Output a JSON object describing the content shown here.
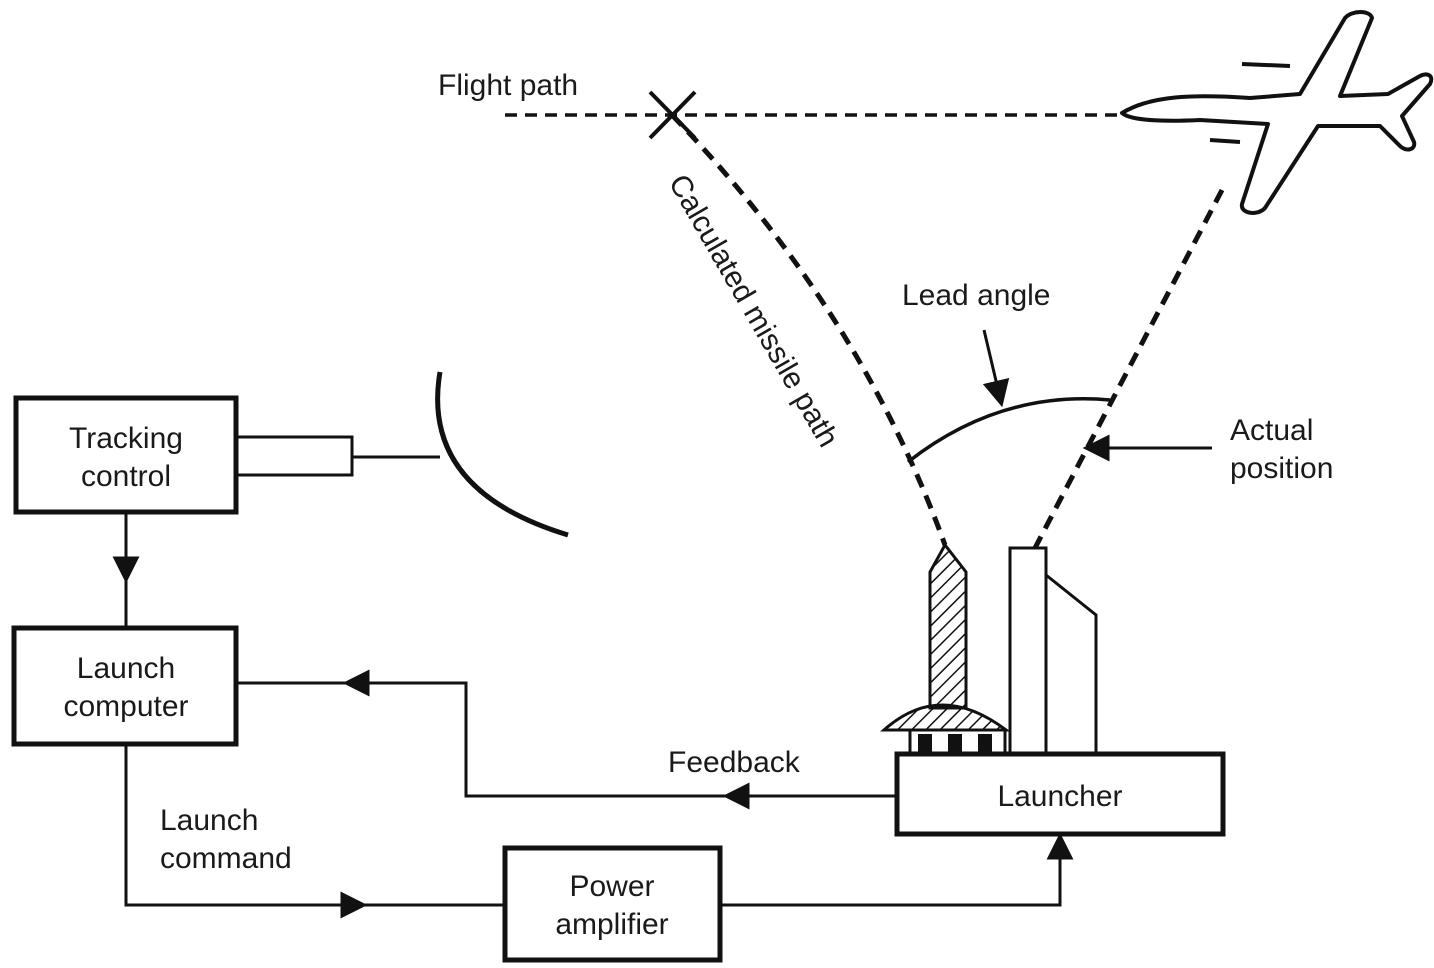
{
  "labels": {
    "flight_path": "Flight path",
    "calculated_missile_path": "Calculated missile path",
    "lead_angle": "Lead angle",
    "actual_position_line1": "Actual",
    "actual_position_line2": "position",
    "feedback": "Feedback",
    "launch_command_line1": "Launch",
    "launch_command_line2": "command"
  },
  "blocks": {
    "tracking_control_line1": "Tracking",
    "tracking_control_line2": "control",
    "launch_computer_line1": "Launch",
    "launch_computer_line2": "computer",
    "power_amplifier_line1": "Power",
    "power_amplifier_line2": "amplifier",
    "launcher": "Launcher"
  }
}
